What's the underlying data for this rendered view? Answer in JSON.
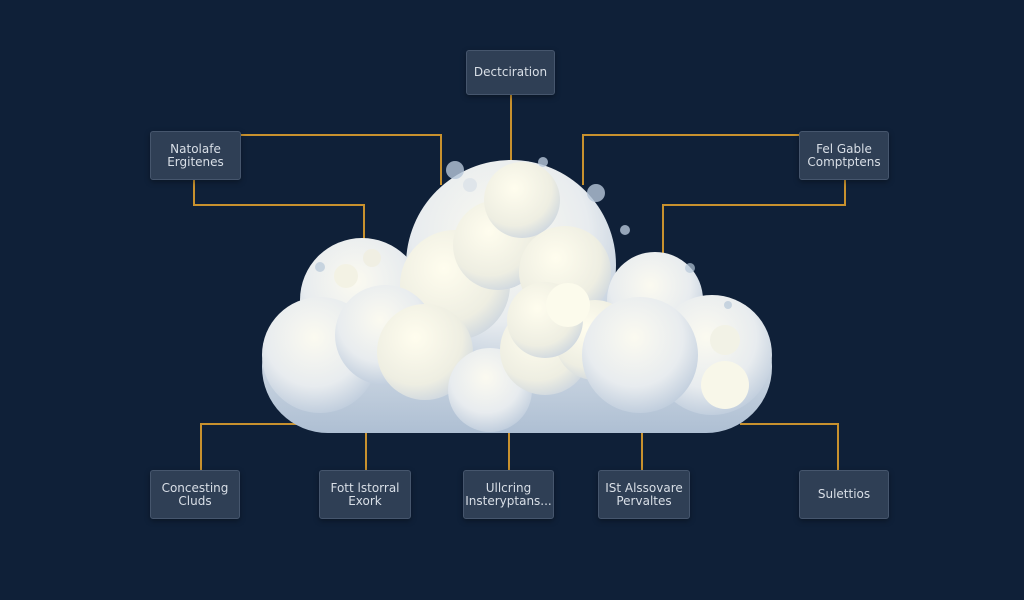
{
  "colors": {
    "background": "#0f2038",
    "node_fill": "#2f3f55",
    "connector": "#c8912e",
    "cloud_light": "#f6f4e6",
    "cloud_shadow": "#b9c8da"
  },
  "center": {
    "icon": "cloud-icon"
  },
  "nodes": {
    "top": {
      "lines": [
        "Dectciration"
      ]
    },
    "top_left": {
      "lines": [
        "Natolafe",
        "Ergitenes"
      ]
    },
    "top_right": {
      "lines": [
        "Fel Gable",
        "Comptptens"
      ]
    },
    "bottom_1": {
      "lines": [
        "Concesting",
        "Cluds"
      ]
    },
    "bottom_2": {
      "lines": [
        "Fott lstorral",
        "Exork"
      ]
    },
    "bottom_3": {
      "lines": [
        "Ullcring",
        "Insteryptans..."
      ]
    },
    "bottom_4": {
      "lines": [
        "ISt Alssovare",
        "Pervaltes"
      ]
    },
    "bottom_5": {
      "lines": [
        "Sulettios"
      ]
    }
  }
}
